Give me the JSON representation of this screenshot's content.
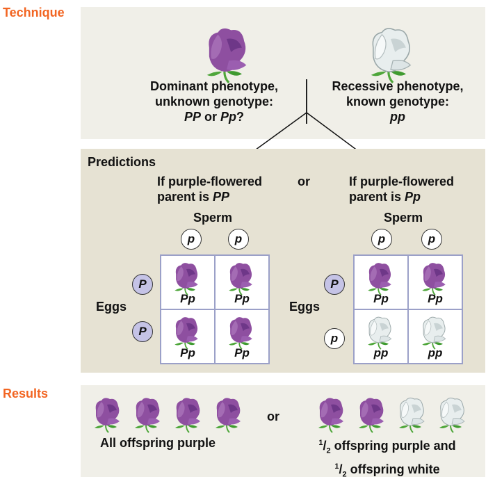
{
  "labels": {
    "technique": "Technique",
    "results": "Results"
  },
  "technique": {
    "dominant_line1": "Dominant phenotype,",
    "dominant_line2": "unknown genotype:",
    "dominant_line3_a": "PP",
    "dominant_line3_b": " or ",
    "dominant_line3_c": "Pp",
    "dominant_line3_d": "?",
    "recessive_line1": "Recessive phenotype,",
    "recessive_line2": "known genotype:",
    "recessive_line3": "pp"
  },
  "predictions": {
    "title": "Predictions",
    "or": "or",
    "left_line1": "If purple-flowered",
    "left_line2_a": "parent is ",
    "left_line2_b": "PP",
    "right_line1": "If purple-flowered",
    "right_line2_a": "parent is ",
    "right_line2_b": "Pp",
    "sperm": "Sperm",
    "eggs": "Eggs",
    "left_sperm": [
      "p",
      "p"
    ],
    "left_eggs": [
      "P",
      "P"
    ],
    "left_cells": [
      "Pp",
      "Pp",
      "Pp",
      "Pp"
    ],
    "right_sperm": [
      "p",
      "p"
    ],
    "right_eggs": [
      "P",
      "p"
    ],
    "right_cells": [
      "Pp",
      "Pp",
      "pp",
      "pp"
    ]
  },
  "results": {
    "or": "or",
    "left_caption": "All offspring purple",
    "right_caption_line1_num": "1",
    "right_caption_line1_den": "2",
    "right_caption_line1": " offspring purple and",
    "right_caption_line2_num": "1",
    "right_caption_line2_den": "2",
    "right_caption_line2": " offspring white"
  },
  "colors": {
    "accent": "#f26522",
    "purple": "#8e4fa0",
    "white_flower": "#e8eeee",
    "leaf": "#4ea63a"
  }
}
